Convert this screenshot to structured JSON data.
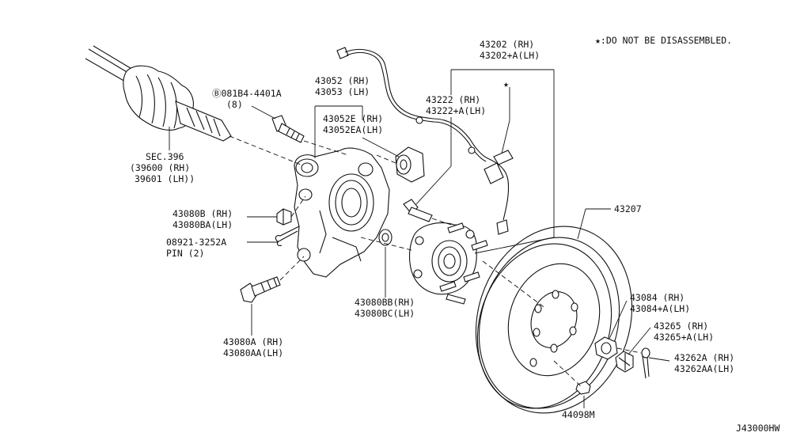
{
  "legend": {
    "note": "★:DO NOT BE DISASSEMBLED."
  },
  "diagram_id": "J43000HW",
  "callouts": [
    {
      "id": "sec396",
      "lines": [
        "SEC.396",
        "(39600 (RH)",
        "39601 (LH))"
      ]
    },
    {
      "id": "bolt-08184",
      "lines": [
        "Ⓑ081B4-4401A",
        "(8)"
      ]
    },
    {
      "id": "knuckle",
      "lines": [
        "43052 (RH)",
        "43053 (LH)"
      ]
    },
    {
      "id": "bushing",
      "lines": [
        "43052E (RH)",
        "43052EA(LH)"
      ]
    },
    {
      "id": "sensor",
      "lines": [
        "43202 (RH)",
        "43202+A(LH)"
      ]
    },
    {
      "id": "hub",
      "lines": [
        "43222 (RH)",
        "43222+A(LH)"
      ]
    },
    {
      "id": "rotor",
      "lines": [
        "43207"
      ]
    },
    {
      "id": "nut-43080b",
      "lines": [
        "43080B (RH)",
        "43080BA(LH)"
      ]
    },
    {
      "id": "pin",
      "lines": [
        "08921-3252A",
        "PIN (2)"
      ]
    },
    {
      "id": "bolt-43080a",
      "lines": [
        "43080A (RH)",
        "43080AA(LH)"
      ]
    },
    {
      "id": "washer-43080bb",
      "lines": [
        "43080BB(RH)",
        "43080BC(LH)"
      ]
    },
    {
      "id": "nut-43084",
      "lines": [
        "43084 (RH)",
        "43084+A(LH)"
      ]
    },
    {
      "id": "cap-43265",
      "lines": [
        "43265 (RH)",
        "43265+A(LH)"
      ]
    },
    {
      "id": "cotter-43262",
      "lines": [
        "43262A (RH)",
        "43262AA(LH)"
      ]
    },
    {
      "id": "plug-44098",
      "lines": [
        "44098M"
      ]
    }
  ],
  "star_symbol": "★"
}
